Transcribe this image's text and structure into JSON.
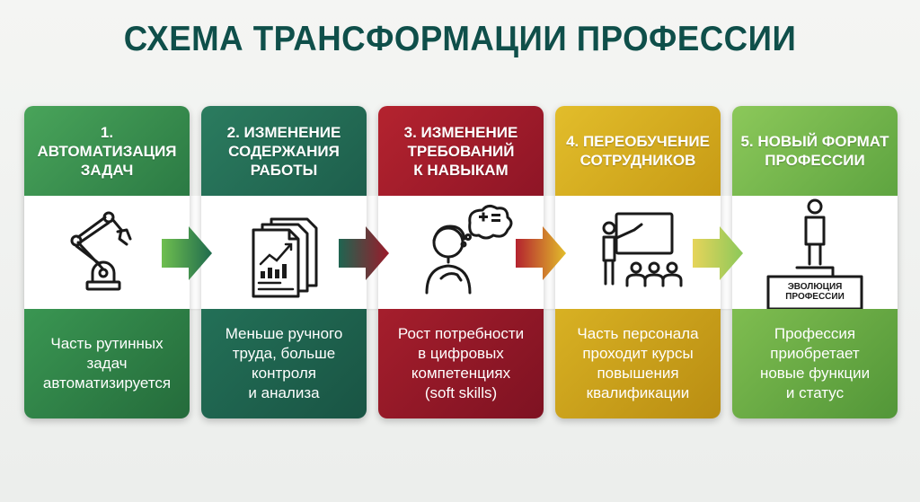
{
  "title": "СХЕМА ТРАНСФОРМАЦИИ ПРОФЕССИИ",
  "steps": [
    {
      "heading": "1. АВТОМАТИЗАЦИЯ\nЗАДАЧ",
      "icon": "robot-arm-icon",
      "text": "Часть рутинных\nзадач\nавтоматизируется"
    },
    {
      "heading": "2. ИЗМЕНЕНИЕ\nСОДЕРЖАНИЯ\nРАБОТЫ",
      "icon": "documents-chart-icon",
      "text": "Меньше ручного\nтруда, больше\nконтроля\nи анализа"
    },
    {
      "heading": "3. ИЗМЕНЕНИЕ\nТРЕБОВАНИЙ\nК НАВЫКАМ",
      "icon": "thinking-person-icon",
      "text": "Рост потребности\nв цифровых\nкомпетенциях\n(soft skills)"
    },
    {
      "heading": "4. ПЕРЕОБУЧЕНИЕ\nСОТРУДНИКОВ",
      "icon": "training-presentation-icon",
      "text": "Часть персонала\nпроходит курсы\nповышения\nквалификации"
    },
    {
      "heading": "5. НОВЫЙ ФОРМАТ\nПРОФЕССИИ",
      "icon": "person-on-pedestal-icon",
      "pedestal_label": "ЭВОЛЮЦИЯ\nПРОФЕССИИ",
      "text": "Профессия\nприобретает\nновые функции\nи статус"
    }
  ],
  "colors": {
    "title": "#0f4f4a",
    "step1": "#2f8a4b",
    "step2": "#1f6551",
    "step3": "#9b1a2a",
    "step4": "#d2aa20",
    "step5": "#72b44a"
  }
}
